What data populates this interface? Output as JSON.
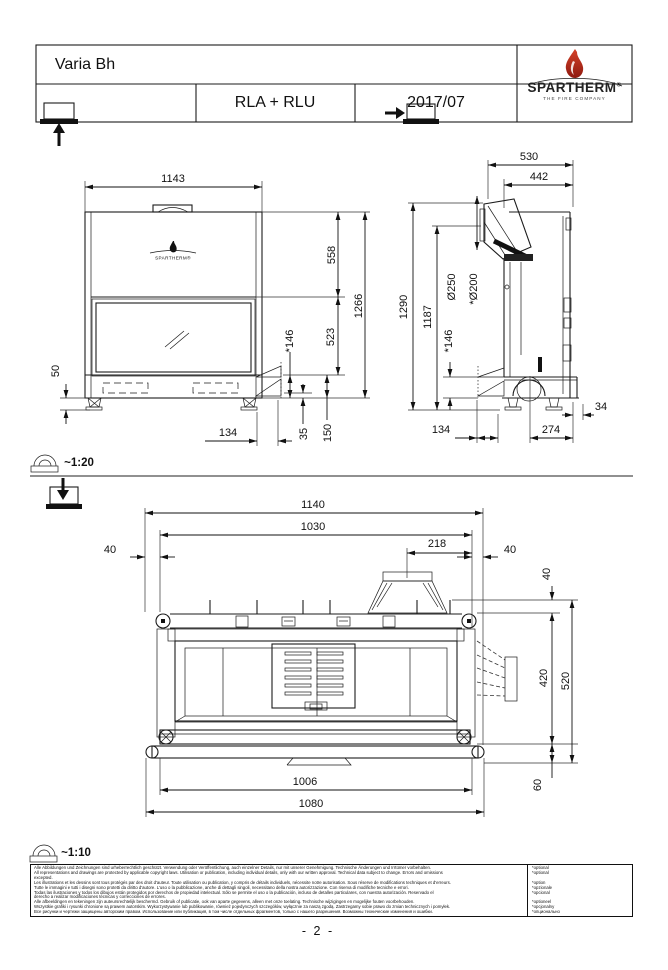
{
  "header": {
    "model": "Varia Bh",
    "variant": "RLA + RLU",
    "date": "2017/07",
    "brand": {
      "name": "SPARTHERM",
      "reg": "®",
      "tagline": "THE FIRE COMPANY",
      "flame_color": "#b3271a"
    }
  },
  "scales": {
    "front_side": "~1:20",
    "plan": "~1:10"
  },
  "front_view": {
    "logo": "SPARTHERM®",
    "dims": {
      "width_top": "1143",
      "hood_height": "558",
      "total_height": "1266",
      "glass_height": "523",
      "conv_inlet": "*146",
      "feet": "50",
      "offset_front": "134",
      "offset_35": "35",
      "offset_150": "150"
    }
  },
  "side_view": {
    "dims": {
      "depth_total": "530",
      "depth_body": "442",
      "total_height": "1290",
      "flue_height": "1187",
      "flue_dia": "Ø250",
      "air_dia": "*Ø200",
      "conv_inlet": "*146",
      "offset_front": "134",
      "base_depth": "274",
      "rear_offset": "34"
    }
  },
  "top_view": {
    "dims": {
      "width_total": "1140",
      "width_inner": "1030",
      "flue_offset": "218",
      "margin_left": "40",
      "margin_right": "40",
      "rear_tab": "40",
      "body_depth": "420",
      "depth_total": "520",
      "front_width_inner": "1006",
      "front_width": "1080",
      "front_depth": "60"
    }
  },
  "footer": {
    "disclaimer": [
      "Alle Abbildungen und Zeichnungen sind urheberrechtlich geschützt. Verwendung oder Veröffentlichung, auch einzelner Details, nur mit unserer Genehmigung. Technische Änderungen und Irrtümer vorbehalten.",
      "All representations and drawings are protected by applicable copyright laws. Utilisation or publication, including individual details, only with our written approval. Technical data subject to change. Errors and omissions",
      "excepted.",
      "Les illustrations et les dessins sont tous protégés par des droit d'auteur. Toute utilisation ou publication, y compris de détails individuels, nécessite notre autorisation. Sous réserve de modifications techniques et d'erreurs.",
      "Tutte le immagini e tutti i disegni sono protetti da diritto d'autore. L'uso o la pubblicazione, anche di dettagli singoli, necessitano della nostra autorizzazione. Con riserva di modifiche tecniche e errori.",
      "Todas las ilustraciones y todos los dibujos están protegidos por derechos de propiedad intelectual. Sólo se permite el uso o la publicación, incluso de detalles particulares, con nuestra autorización. Reservado el",
      "derecho a realizar modificaciones técnicas y correcciones de errores.",
      "Alle afbeeldingen en tekeningen zijn auteursrechtelijk beschermd. Gebruik of publicatie, ook van aparte gegevens, alleen met onze toelating. Technische wijzigingen en mogelijke fouten voorbehouden.",
      "Wszystkie grafiki i rysunki chronione są prawem autorskim. Wykorzystywanie lub publikowanie, również pojedynczych szczegółów, wyłącznie za naszą zgodą. Zastrzegamy sobie prawo do zmian technicznych i pomyłek.",
      "Все рисунки и чертежи защищены авторским правом. Использование или публикация, в том числе отдельных фрагментов, только с нашего разрешения. Возможны технические изменения и ошибки."
    ],
    "options": [
      "*optional",
      "*optional",
      "",
      "*option",
      "*opzionale",
      "*opcional",
      "",
      "*optioneel",
      "*opcjonalny",
      "*опционально"
    ],
    "page": "- 2 -"
  }
}
